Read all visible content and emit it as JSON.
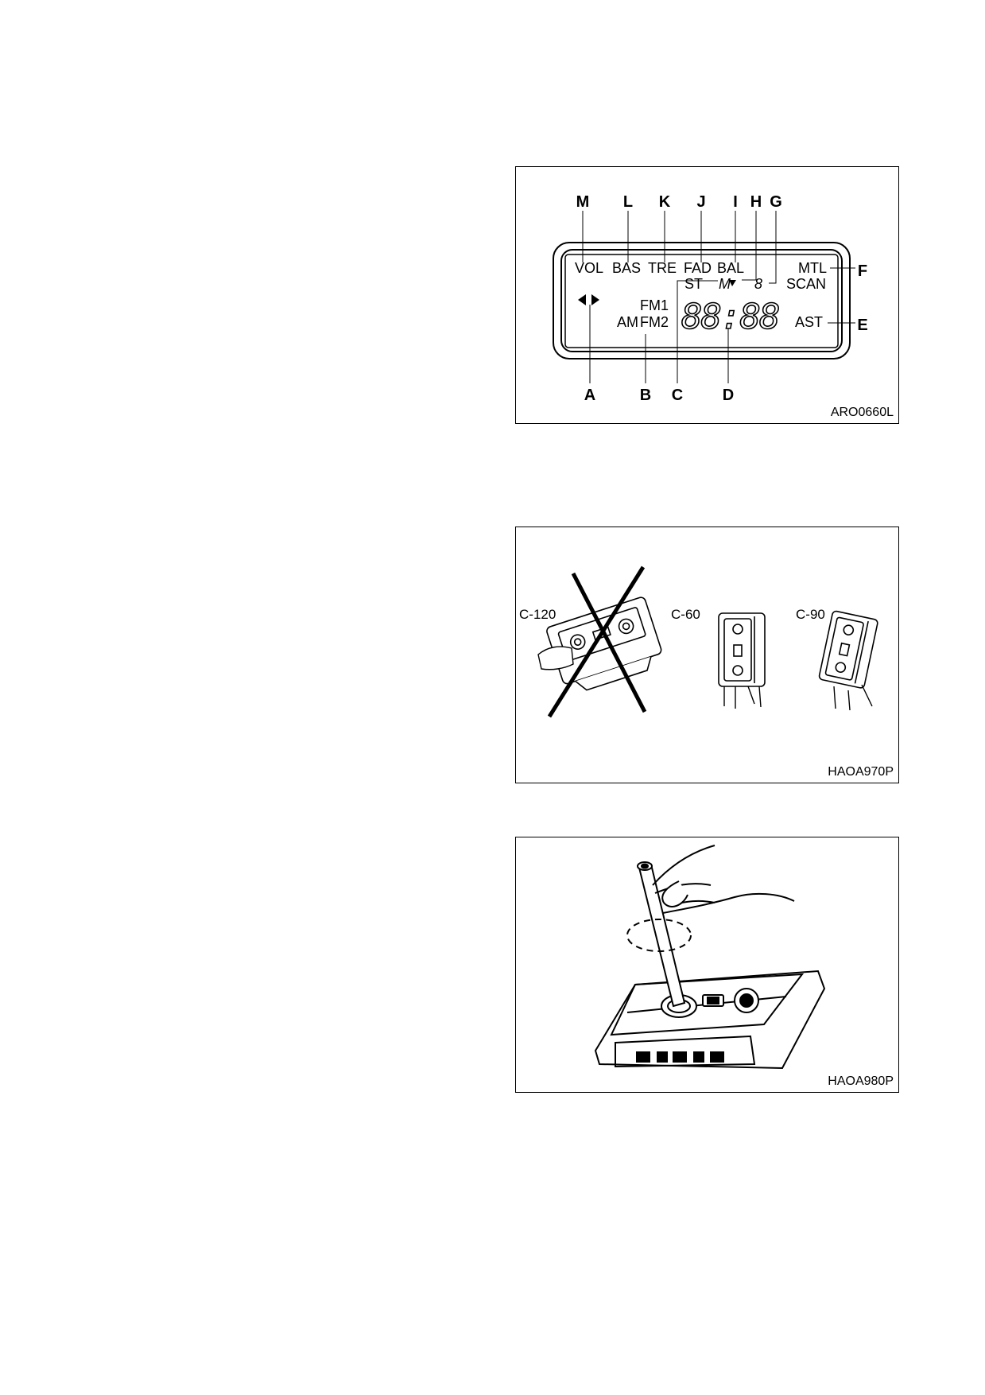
{
  "figure1": {
    "code": "ARO0660L",
    "callouts_top": [
      "M",
      "L",
      "K",
      "J",
      "I",
      "H",
      "G"
    ],
    "callouts_right": [
      "F",
      "E"
    ],
    "callouts_bottom": [
      "A",
      "B",
      "C",
      "D"
    ],
    "display": {
      "row1": [
        "VOL",
        "BAS",
        "TRE",
        "FAD",
        "BAL"
      ],
      "mtl": "MTL",
      "st": "ST",
      "m": "M",
      "small_digit": "8",
      "scan": "SCAN",
      "fm1": "FM1",
      "am": "AM",
      "fm2": "FM2",
      "digits": "88:88",
      "ast": "AST"
    }
  },
  "figure2": {
    "code": "HAOA970P",
    "labels": [
      "C-120",
      "C-60",
      "C-90"
    ]
  },
  "figure3": {
    "code": "HAOA980P"
  }
}
